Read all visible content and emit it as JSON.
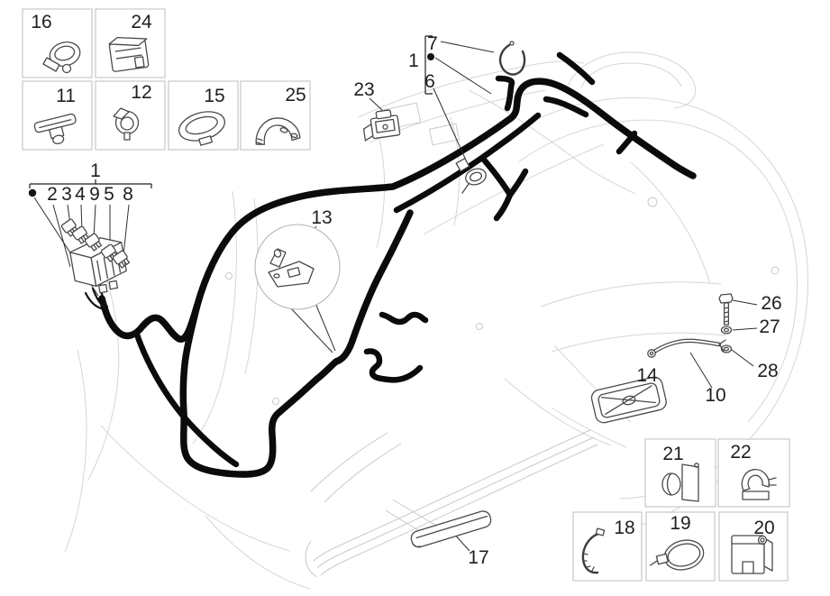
{
  "diagram": {
    "type": "exploded-parts-diagram",
    "subject": "scooter-main-cable-harness",
    "colors": {
      "harness": "#0b0b0b",
      "body_outline": "#d6d6d6",
      "part_line": "#4a4a4a",
      "inset_border": "#c8c8c8",
      "label_text": "#1f1f1f"
    },
    "callouts": {
      "box16": "16",
      "box24": "24",
      "box11": "11",
      "box12": "12",
      "box15": "15",
      "box25": "25",
      "box21": "21",
      "box22": "22",
      "box18": "18",
      "box19": "19",
      "box20": "20",
      "fuse_group_label": "1",
      "fuse_items": [
        "2",
        "3",
        "4",
        "9",
        "5",
        "8"
      ],
      "top_group_label": "1",
      "clip7": "7",
      "clamp6": "6",
      "bracket23": "23",
      "balloon13": "13",
      "bolt26": "26",
      "washer27": "27",
      "washer28": "28",
      "cable10": "10",
      "pad14": "14",
      "strip17": "17"
    }
  }
}
